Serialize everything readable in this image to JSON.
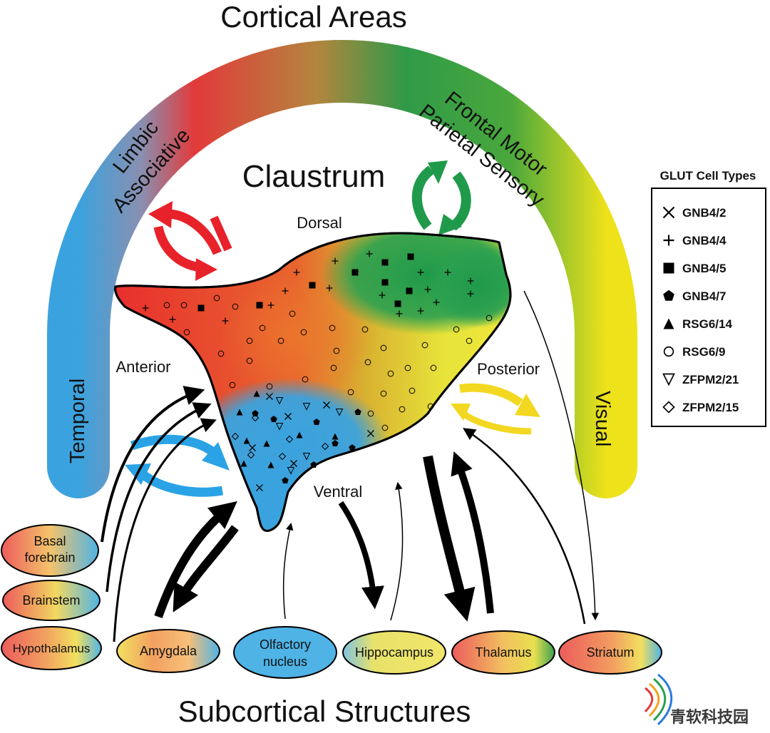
{
  "title_top": "Cortical Areas",
  "title_bottom": "Subcortical Structures",
  "center_title": "Claustrum",
  "orientation": {
    "dorsal": "Dorsal",
    "ventral": "Ventral",
    "anterior": "Anterior",
    "posterior": "Posterior"
  },
  "cortical_regions": {
    "limbic": "Limbic",
    "associative": "Associative",
    "frontal_motor": "Frontal Motor",
    "parietal_sensory": "Parietal Sensory",
    "temporal": "Temporal",
    "visual": "Visual"
  },
  "legend": {
    "title": "GLUT Cell Types",
    "items": [
      {
        "symbol": "x-mark",
        "label": "GNB4/2"
      },
      {
        "symbol": "plus",
        "label": "GNB4/4"
      },
      {
        "symbol": "square-filled",
        "label": "GNB4/5"
      },
      {
        "symbol": "pentagon-filled",
        "label": "GNB4/7"
      },
      {
        "symbol": "triangle-filled",
        "label": "RSG6/14"
      },
      {
        "symbol": "circle-open",
        "label": "RSG6/9"
      },
      {
        "symbol": "triangle-down-open",
        "label": "ZFPM2/21"
      },
      {
        "symbol": "diamond-open",
        "label": "ZFPM2/15"
      }
    ]
  },
  "subcortical": {
    "basal_forebrain": [
      "Basal",
      "forebrain"
    ],
    "brainstem": "Brainstem",
    "hypothalamus": "Hypothalamus",
    "amygdala": "Amygdala",
    "olfactory": [
      "Olfactory",
      "nucleus"
    ],
    "hippocampus": "Hippocampus",
    "thalamus": "Thalamus",
    "striatum": "Striatum"
  },
  "colors": {
    "limbic_red": "#e8312e",
    "frontal_green": "#1f9a4a",
    "temporal_blue": "#3aa3df",
    "visual_yellow": "#f2e020",
    "orange": "#e8702a"
  },
  "watermark": "青软科技园"
}
